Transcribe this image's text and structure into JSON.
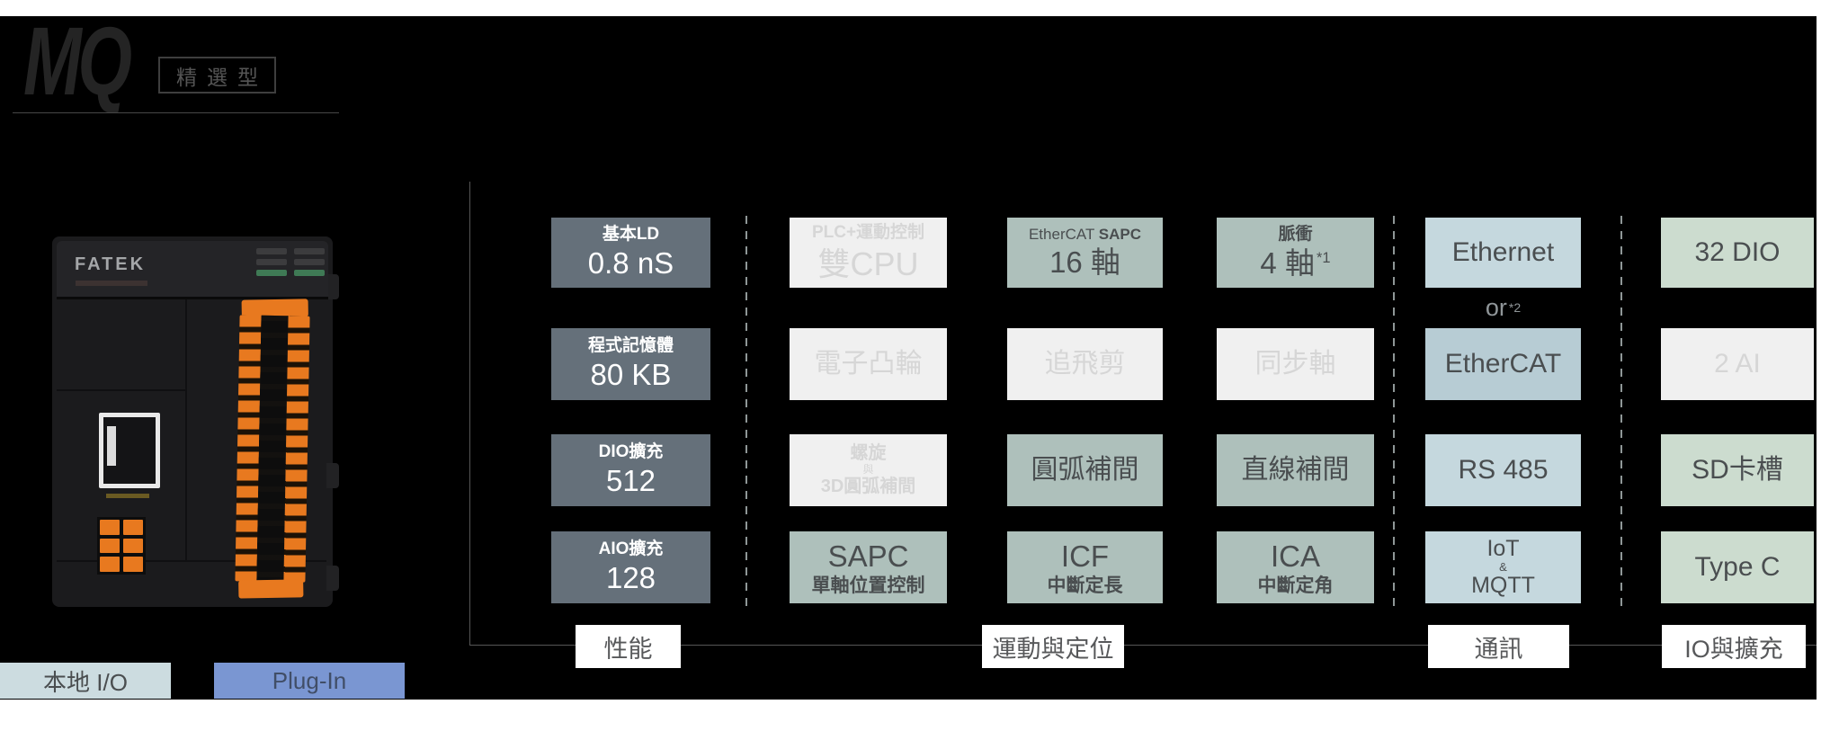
{
  "header": {
    "title": "MQ",
    "badge": "精選型"
  },
  "device": {
    "brand": "FATEK"
  },
  "columns": [
    {
      "group": "性能",
      "tiles": [
        {
          "label": "基本LD",
          "value": "0.8 nS"
        },
        {
          "label": "程式記憶體",
          "value": "80 KB"
        },
        {
          "label": "DIO擴充",
          "value": "512"
        },
        {
          "label": "AIO擴充",
          "value": "128"
        }
      ]
    },
    {
      "group": "運動與定位",
      "tiles": [
        {
          "label": "PLC+運動控制",
          "value": "雙CPU",
          "state": "unavailable"
        },
        {
          "value": "電子凸輪",
          "state": "unavailable"
        },
        {
          "line1": "螺旋",
          "line2": "與",
          "line3": "3D圓弧補間",
          "state": "unavailable"
        },
        {
          "value": "SAPC",
          "sub": "單軸位置控制",
          "state": "available"
        }
      ]
    },
    {
      "group": "運動與定位",
      "tiles": [
        {
          "label": "EtherCAT",
          "label_bold": "SAPC",
          "value": "16 軸",
          "state": "available"
        },
        {
          "value": "追飛剪",
          "state": "unavailable"
        },
        {
          "value": "圓弧補間",
          "state": "available"
        },
        {
          "value": "ICF",
          "sub": "中斷定長",
          "state": "available"
        }
      ]
    },
    {
      "group": "運動與定位",
      "tiles": [
        {
          "label": "脈衝",
          "value": "4 軸",
          "sup": "*1",
          "state": "available"
        },
        {
          "value": "同步軸",
          "state": "unavailable"
        },
        {
          "value": "直線補間",
          "state": "available"
        },
        {
          "value": "ICA",
          "sub": "中斷定角",
          "state": "available"
        }
      ]
    },
    {
      "group": "通訊",
      "or": {
        "text": "or",
        "sup": "*2"
      },
      "tiles": [
        {
          "value": "Ethernet"
        },
        {
          "value": "EtherCAT"
        },
        {
          "value": "RS 485"
        },
        {
          "line1": "IoT",
          "line2": "&",
          "line3": "MQTT"
        }
      ]
    },
    {
      "group": "IO與擴充",
      "tiles": [
        {
          "value": "32 DIO"
        },
        {
          "value": "2 AI",
          "state": "unavailable"
        },
        {
          "value": "SD卡槽"
        },
        {
          "value": "Type C"
        }
      ]
    }
  ],
  "footers": [
    {
      "label": "性能"
    },
    {
      "label": "運動與定位"
    },
    {
      "label": "通訊"
    },
    {
      "label": "IO與擴充"
    }
  ],
  "bottom_tags": [
    {
      "label": "本地 I/O"
    },
    {
      "label": "Plug-In"
    }
  ],
  "colors": {
    "canvas": "#000000",
    "header_text": "#242424",
    "performance": "#65707a",
    "motion_active": "#aec0bb",
    "comm": "#c5d8de",
    "comm_alt": "#b7ccd4",
    "io": "#ccdccf",
    "unavailable_bg": "#f0f0f0",
    "unavailable_text": "#d6d6d6",
    "tile_text_dark": "#4a4e50",
    "accent_orange": "#e8791f",
    "plugin_blue": "#7a96d2",
    "local_io": "#ccdce0",
    "frame_line": "#565656",
    "dash_line": "#8f9797",
    "label_text": "#57585a",
    "or_text": "#8f9598"
  }
}
